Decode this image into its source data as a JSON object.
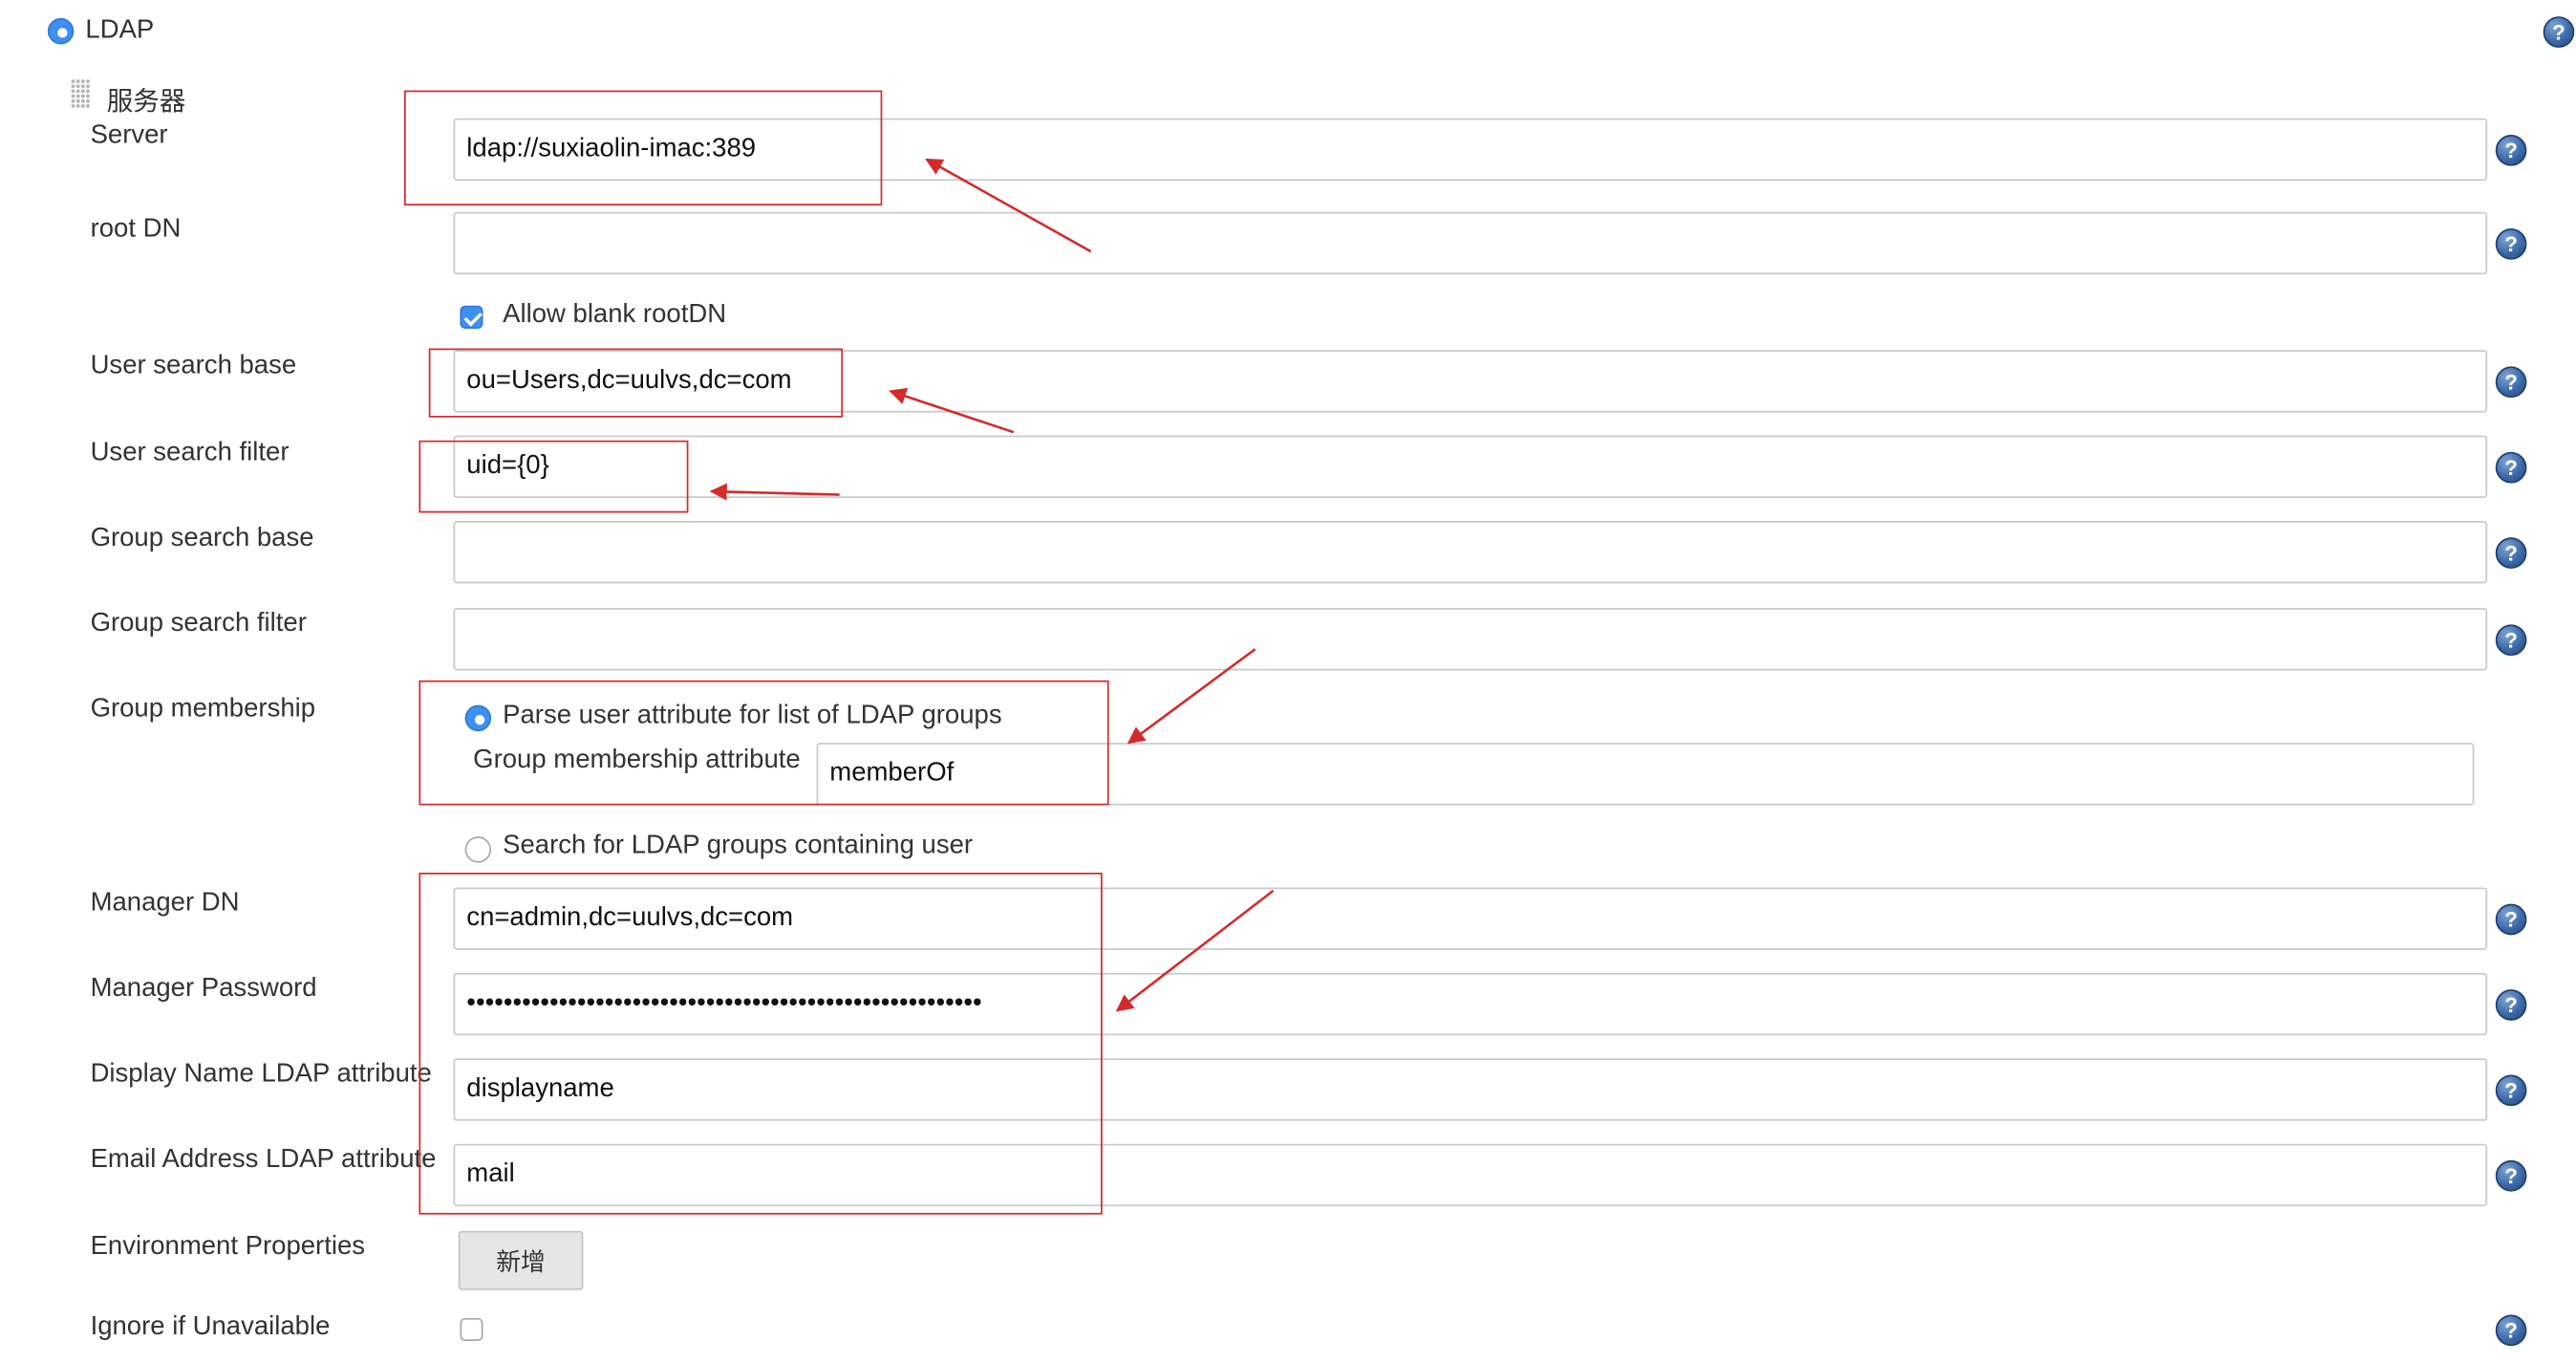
{
  "ldap": {
    "label": "LDAP",
    "selected": true
  },
  "server_section": {
    "label": "服务器"
  },
  "fields": {
    "server": {
      "label": "Server",
      "value": "ldap://suxiaolin-imac:389"
    },
    "root_dn": {
      "label": "root DN",
      "value": ""
    },
    "allow_blank_root_dn": {
      "label": "Allow blank rootDN",
      "checked": true
    },
    "user_search_base": {
      "label": "User search base",
      "value": "ou=Users,dc=uulvs,dc=com"
    },
    "user_search_filter": {
      "label": "User search filter",
      "value": "uid={0}"
    },
    "group_search_base": {
      "label": "Group search base",
      "value": ""
    },
    "group_search_filter": {
      "label": "Group search filter",
      "value": ""
    },
    "group_membership": {
      "label": "Group membership",
      "parse_option": {
        "label": "Parse user attribute for list of LDAP groups",
        "selected": true
      },
      "attribute_label": "Group membership attribute",
      "attribute_value": "memberOf",
      "search_option": {
        "label": "Search for LDAP groups containing user",
        "selected": false
      }
    },
    "manager_dn": {
      "label": "Manager DN",
      "value": "cn=admin,dc=uulvs,dc=com"
    },
    "manager_password": {
      "label": "Manager Password",
      "value": "••••••••••••••••••••••••••••••••••••••••••••••••••••••••"
    },
    "display_name_attr": {
      "label": "Display Name LDAP attribute",
      "value": "displayname"
    },
    "email_attr": {
      "label": "Email Address LDAP attribute",
      "value": "mail"
    },
    "environment_properties": {
      "label": "Environment Properties",
      "add_button": "新增"
    },
    "ignore_if_unavailable": {
      "label": "Ignore if Unavailable",
      "checked": false
    }
  },
  "help_icon_glyph": "?",
  "colors": {
    "accent": "#3d8ff0",
    "annotation": "#d42a2a",
    "help_icon": "#3d6aa8"
  }
}
